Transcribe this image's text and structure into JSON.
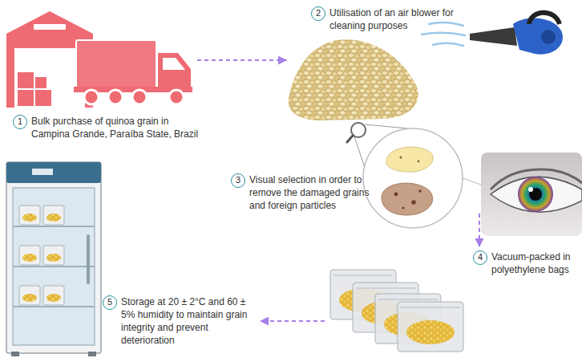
{
  "diagram": {
    "nodes": [
      {
        "text": [
          "1",
          "Bulk purchase of quinoa grain in Campina Grande, Paraíba State, Brazil"
        ]
      },
      {
        "text": [
          "2",
          "Utilisation of an air blower for cleaning purposes"
        ]
      },
      {
        "text": [
          "3",
          "Visual selection in order to remove the damaged grains and foreign particles"
        ]
      },
      {
        "text": [
          "4",
          "Vacuum-packed in polyethylene bags"
        ]
      },
      {
        "text": [
          "5",
          "Storage at 20 ± 2°C and 60 ± 5% humidity to maintain grain integrity and prevent deterioration"
        ]
      }
    ],
    "edges": [
      {
        "from": 0,
        "to": 1,
        "arrow": "to"
      },
      {
        "from": 2,
        "to": 3,
        "arrow": "to"
      },
      {
        "from": 3,
        "to": 4,
        "arrow": "to"
      }
    ]
  }
}
